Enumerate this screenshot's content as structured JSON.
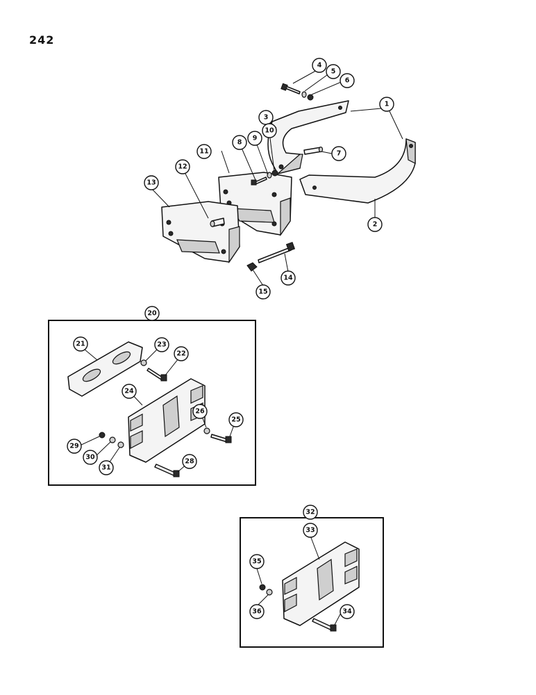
{
  "page": {
    "number": "242"
  },
  "callouts": [
    {
      "id": "c1",
      "label": "1"
    },
    {
      "id": "c2",
      "label": "2"
    },
    {
      "id": "c3",
      "label": "3"
    },
    {
      "id": "c4",
      "label": "4"
    },
    {
      "id": "c5",
      "label": "5"
    },
    {
      "id": "c6",
      "label": "6"
    },
    {
      "id": "c7",
      "label": "7"
    },
    {
      "id": "c8",
      "label": "8"
    },
    {
      "id": "c9",
      "label": "9"
    },
    {
      "id": "c10",
      "label": "10"
    },
    {
      "id": "c11",
      "label": "11"
    },
    {
      "id": "c12",
      "label": "12"
    },
    {
      "id": "c13",
      "label": "13"
    },
    {
      "id": "c14",
      "label": "14"
    },
    {
      "id": "c15",
      "label": "15"
    },
    {
      "id": "c20",
      "label": "20"
    },
    {
      "id": "c21",
      "label": "21"
    },
    {
      "id": "c22",
      "label": "22"
    },
    {
      "id": "c23",
      "label": "23"
    },
    {
      "id": "c24",
      "label": "24"
    },
    {
      "id": "c25",
      "label": "25"
    },
    {
      "id": "c26",
      "label": "26"
    },
    {
      "id": "c28",
      "label": "28"
    },
    {
      "id": "c29",
      "label": "29"
    },
    {
      "id": "c30",
      "label": "30"
    },
    {
      "id": "c31",
      "label": "31"
    },
    {
      "id": "c32",
      "label": "32"
    },
    {
      "id": "c33",
      "label": "33"
    },
    {
      "id": "c34",
      "label": "34"
    },
    {
      "id": "c35",
      "label": "35"
    },
    {
      "id": "c36",
      "label": "36"
    }
  ]
}
